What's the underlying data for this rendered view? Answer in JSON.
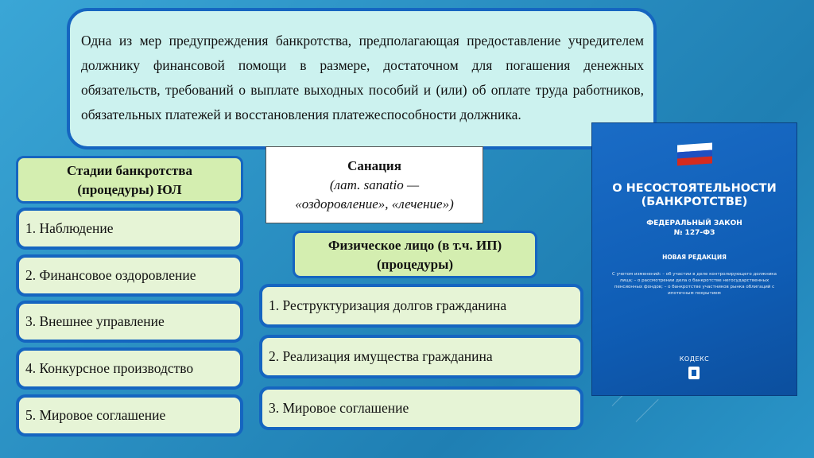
{
  "definition": {
    "text": "Одна из мер предупреждения банкротства, предполагающая предоставление учредителем должнику финансовой помощи в размере, достаточном для погашения денежных обязательств, требований о выплате выходных пособий и (или) об оплате труда работников, обязательных платежей и восстановления платежеспособности должника."
  },
  "sanation": {
    "title": "Санация",
    "subtitle_line1": "(лат. sanatio —",
    "subtitle_line2": "«оздоровление», «лечение»)"
  },
  "legal_entity": {
    "title_line1": "Стадии банкротства",
    "title_line2": "(процедуры) ЮЛ",
    "items": [
      "1. Наблюдение",
      "2. Финансовое оздоровление",
      "3. Внешнее управление",
      "4. Конкурсное производство",
      "5. Мировое соглашение"
    ]
  },
  "individual": {
    "title_line1": "Физическое лицо (в т.ч. ИП)",
    "title_line2": "(процедуры)",
    "items": [
      "1. Реструктуризация долгов гражданина",
      "2. Реализация имущества гражданина",
      "3. Мировое соглашение"
    ]
  },
  "book": {
    "title_line1": "О НЕСОСТОЯТЕЛЬНОСТИ",
    "title_line2": "(БАНКРОТСТВЕ)",
    "law_line1": "ФЕДЕРАЛЬНЫЙ ЗАКОН",
    "law_line2": "№ 127-ФЗ",
    "edition": "НОВАЯ РЕДАКЦИЯ",
    "notes": "С учетом изменений: – об участии в деле контролирующего должника лица; – о рассмотрении дела о банкротстве негосударственных пенсионных фондов; – о банкротстве участников рынка облигаций с ипотечным покрытием",
    "publisher": "КОДЕКС",
    "flag_colors": [
      "#ffffff",
      "#1e4fc1",
      "#d52b1e"
    ]
  }
}
